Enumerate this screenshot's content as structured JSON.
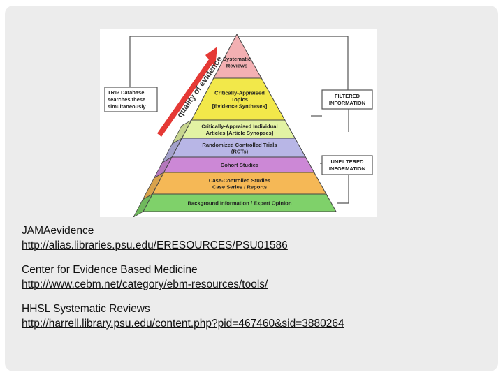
{
  "pyramid": {
    "levels": [
      {
        "lines": [
          "Systematic",
          "Reviews"
        ],
        "color": "#f3b0b3"
      },
      {
        "lines": [
          "Critically-Appraised",
          "Topics",
          "[Evidence Syntheses]"
        ],
        "color": "#f2e84a"
      },
      {
        "lines": [
          "Critically-Appraised Individual",
          "Articles [Article Synopses]"
        ],
        "color": "#e2f2a3"
      },
      {
        "lines": [
          "Randomized Controlled Trials",
          "(RCTs)"
        ],
        "color": "#b8b6e6"
      },
      {
        "lines": [
          "Cohort Studies"
        ],
        "color": "#cc88d6"
      },
      {
        "lines": [
          "Case-Controlled Studies",
          "Case Series / Reports"
        ],
        "color": "#f5b856"
      },
      {
        "lines": [
          "Background Information / Expert Opinion"
        ],
        "color": "#7fd16a"
      }
    ],
    "arrow_label": "quality of evidence",
    "trip_box": [
      "TRIP Database",
      "searches these",
      "simultaneously"
    ],
    "filtered_box": [
      "FILTERED",
      "INFORMATION"
    ],
    "unfiltered_box": [
      "UNFILTERED",
      "INFORMATION"
    ]
  },
  "links": [
    {
      "title": "JAMAevidence",
      "url": "http://alias.libraries.psu.edu/ERESOURCES/PSU01586"
    },
    {
      "title": "Center for Evidence Based Medicine",
      "url": "http://www.cebm.net/category/ebm-resources/tools/"
    },
    {
      "title": "HHSL Systematic Reviews",
      "url": "http://harrell.library.psu.edu/content.php?pid=467460&sid=3880264"
    }
  ]
}
